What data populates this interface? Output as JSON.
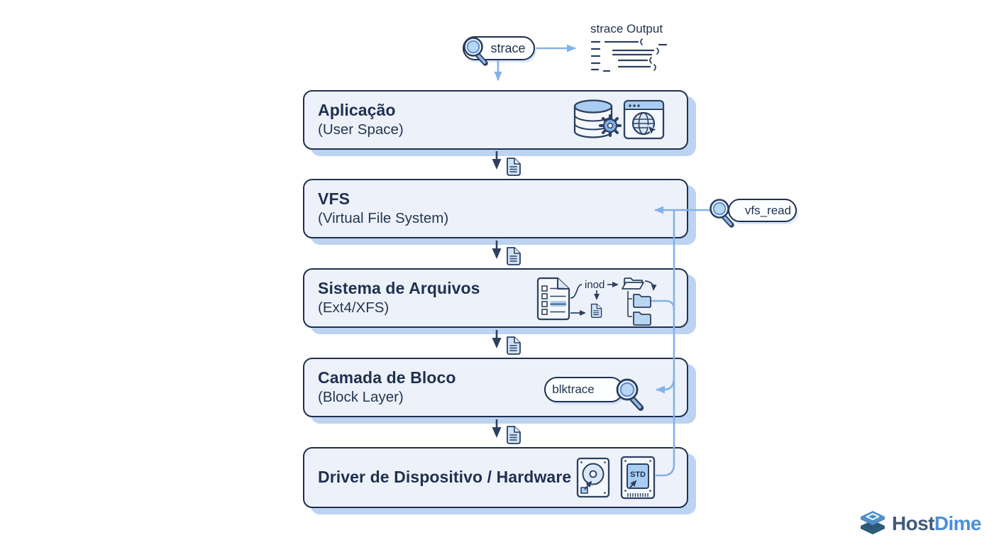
{
  "diagram": {
    "probes": {
      "strace_label": "strace",
      "strace_output_title": "strace Output",
      "vfs_read_label": "vfs_read",
      "blktrace_label": "blktrace"
    },
    "layers": [
      {
        "title": "Aplicação",
        "subtitle": "(User Space)"
      },
      {
        "title": "VFS",
        "subtitle": "(Virtual File System)"
      },
      {
        "title": "Sistema de Arquivos",
        "subtitle": "(Ext4/XFS)"
      },
      {
        "title": "Camada de Bloco",
        "subtitle": "(Block Layer)"
      },
      {
        "title": "Driver de Dispositivo / Hardware",
        "subtitle": ""
      }
    ],
    "fs_annotations": {
      "inode_label": "inod"
    },
    "hardware": {
      "ssd_chip_label": "STD"
    }
  },
  "branding": {
    "name_part1": "Host",
    "name_part2": "Dime"
  },
  "colors": {
    "navy_ink": "#1f3050",
    "box_fill": "#edf2fa",
    "box_shadow": "#bcd4f2",
    "connector_blue": "#84b1ea",
    "icon_blue": "#a9cdf2",
    "logo_dark": "#3f5a7d",
    "logo_blue": "#4c8fd8"
  }
}
